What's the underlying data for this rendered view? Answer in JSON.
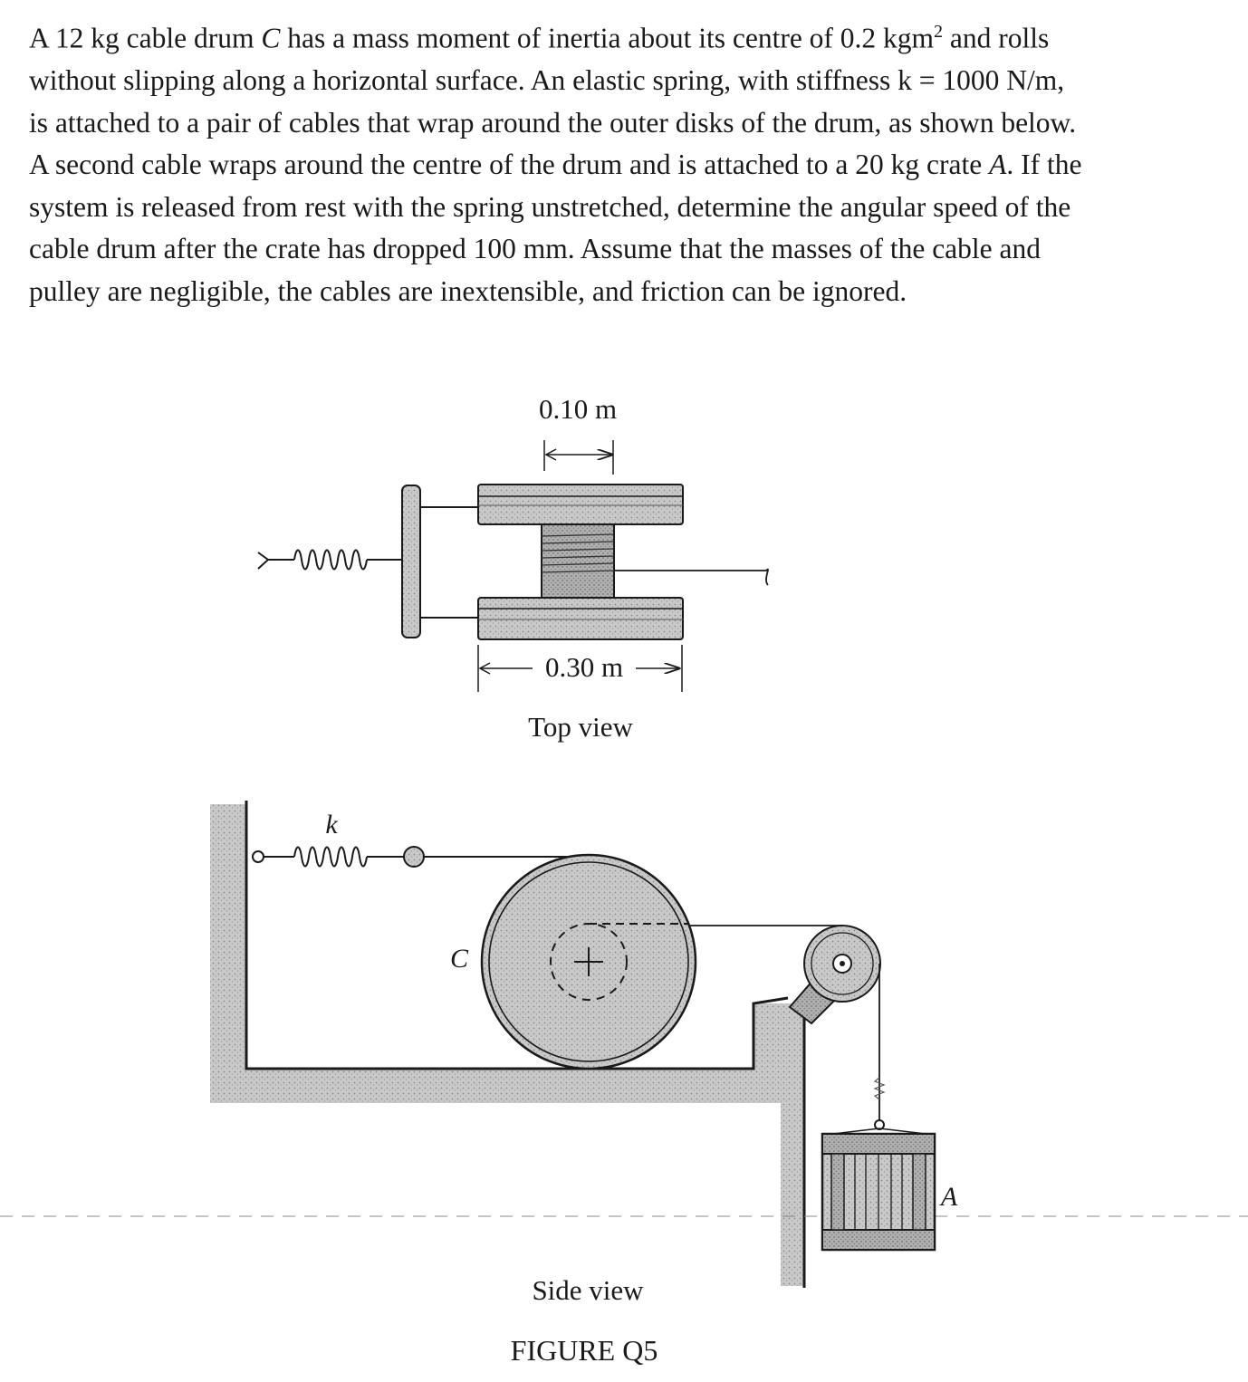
{
  "problem": {
    "lines": [
      [
        "A 12 kg cable drum ",
        "C",
        " has a mass moment of inertia about its centre of 0.2 kgm",
        "2",
        " and rolls"
      ],
      [
        "without slipping along a horizontal surface. An elastic spring, with stiffness k = 1000 N/m,"
      ],
      [
        "is attached to a pair of cables that wrap around the outer disks of the drum, as shown below."
      ],
      [
        "A second cable wraps around the centre of the drum and is attached to a 20 kg crate ",
        "A",
        ". If the"
      ],
      [
        "system is released from rest with the spring unstretched, determine the angular speed of the"
      ],
      [
        "cable drum after the crate has dropped 100 mm. Assume that the masses of the cable and"
      ],
      [
        "pulley are negligible, the cables are inextensible, and friction can be ignored."
      ]
    ]
  },
  "figure": {
    "top_view": {
      "dim_inner": "0.10 m",
      "dim_outer": "0.30 m",
      "caption": "Top view"
    },
    "side_view": {
      "spring_label": "k",
      "drum_label": "C",
      "crate_label": "A",
      "caption": "Side view"
    },
    "title": "FIGURE Q5"
  }
}
